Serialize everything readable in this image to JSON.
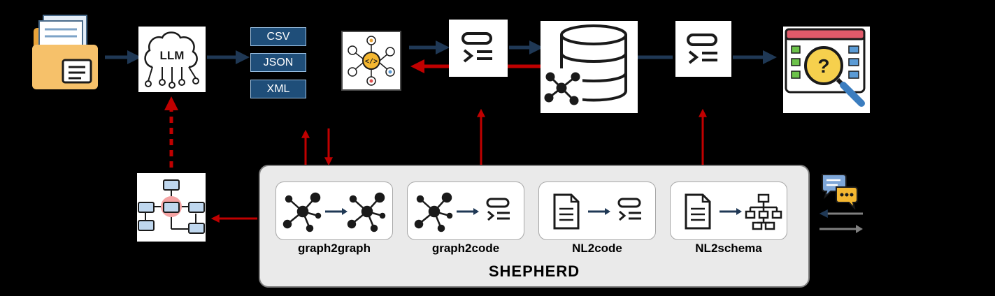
{
  "formats": [
    "CSV",
    "JSON",
    "XML"
  ],
  "llm_label": "LLM",
  "panel": {
    "title": "SHEPHERD",
    "tasks": [
      {
        "label": "graph2graph",
        "from_icon": "graph-icon",
        "to_icon": "graph-icon"
      },
      {
        "label": "graph2code",
        "from_icon": "graph-icon",
        "to_icon": "code-icon"
      },
      {
        "label": "NL2code",
        "from_icon": "document-icon",
        "to_icon": "code-icon"
      },
      {
        "label": "NL2schema",
        "from_icon": "document-icon",
        "to_icon": "hierarchy-icon"
      }
    ]
  },
  "colors": {
    "feedback_arrow": "#c00000",
    "flow_arrow": "#1f3855",
    "format_box": "#1f4e79",
    "background": "#000000"
  }
}
